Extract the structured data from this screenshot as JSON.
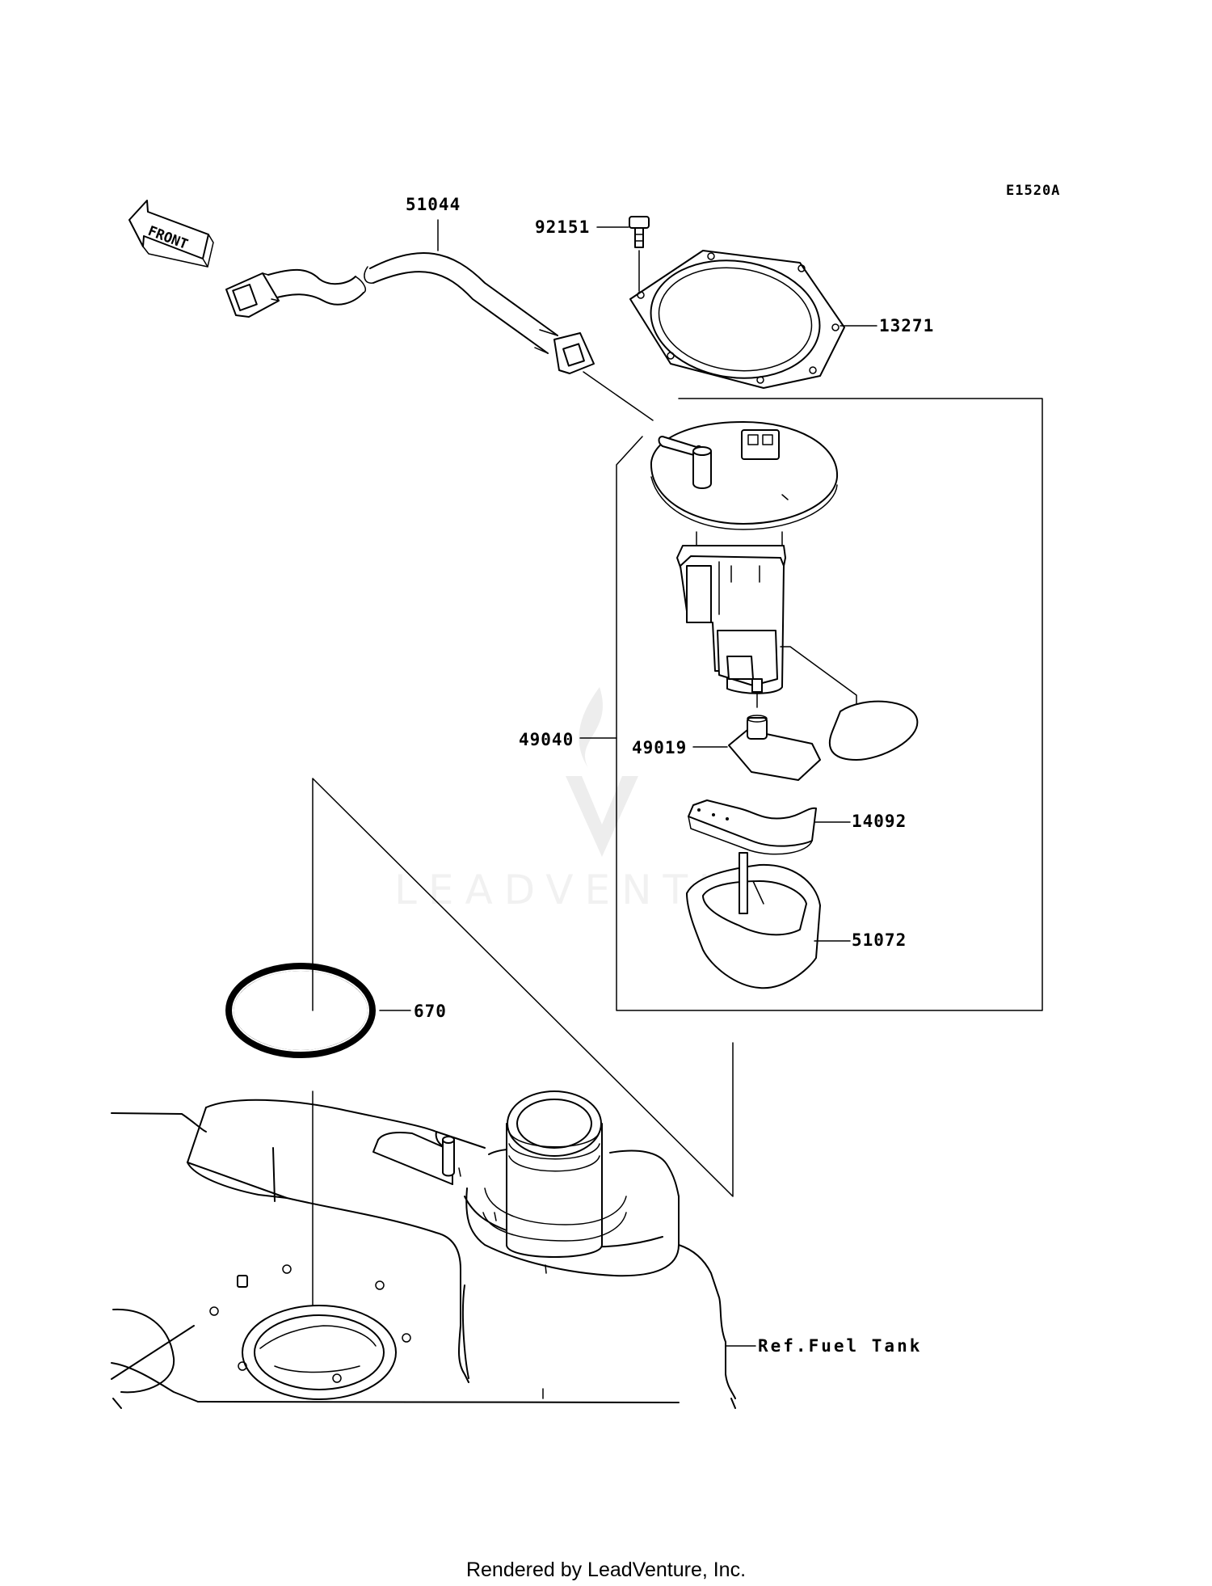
{
  "diagram_code": "E1520A",
  "front_label": "FRONT",
  "watermark": "LEADVENTURE",
  "callouts": {
    "hose": "51044",
    "bolt": "92151",
    "gasket": "13271",
    "pump_assembly": "49040",
    "filter": "49019",
    "bracket": "14092",
    "cover": "51072",
    "o_ring": "670"
  },
  "reference_label": "Ref.Fuel Tank",
  "footer": "Rendered by LeadVenture, Inc."
}
